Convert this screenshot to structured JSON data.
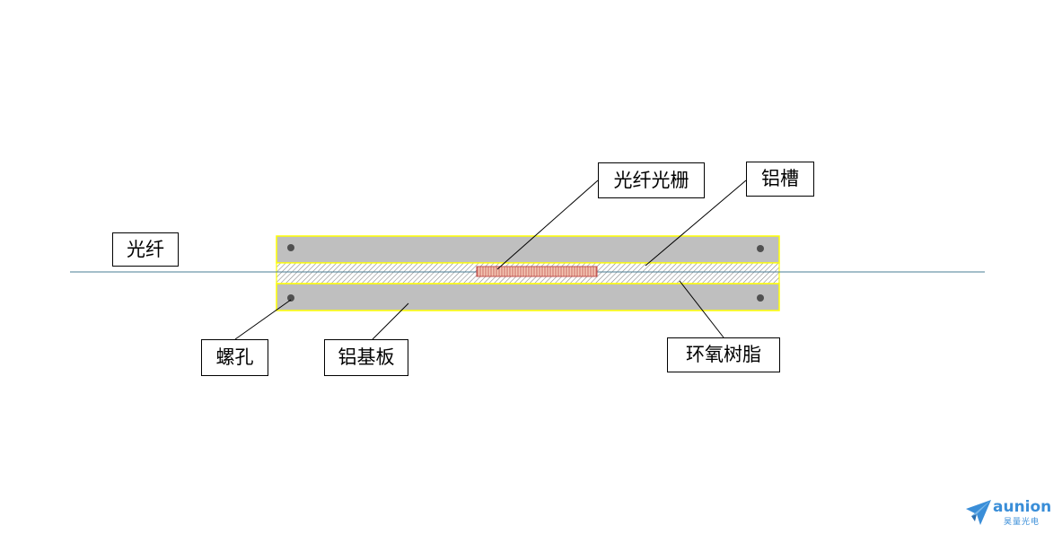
{
  "labels": {
    "fiber": "光纤",
    "grating": "光纤光栅",
    "groove": "铝槽",
    "screw_hole": "螺孔",
    "base_plate": "铝基板",
    "epoxy": "环氧树脂"
  },
  "logo": {
    "brand": "aunion",
    "brand_cn": "昊量光电"
  },
  "colors": {
    "plate": "#bfbfbf",
    "plate_border": "#ffff00",
    "fiber_line": "#4a7d95",
    "grating_fill": "#f4c7b4",
    "grating_border": "#c0504d",
    "hole": "#505050",
    "logo": "#3a8ed8"
  }
}
